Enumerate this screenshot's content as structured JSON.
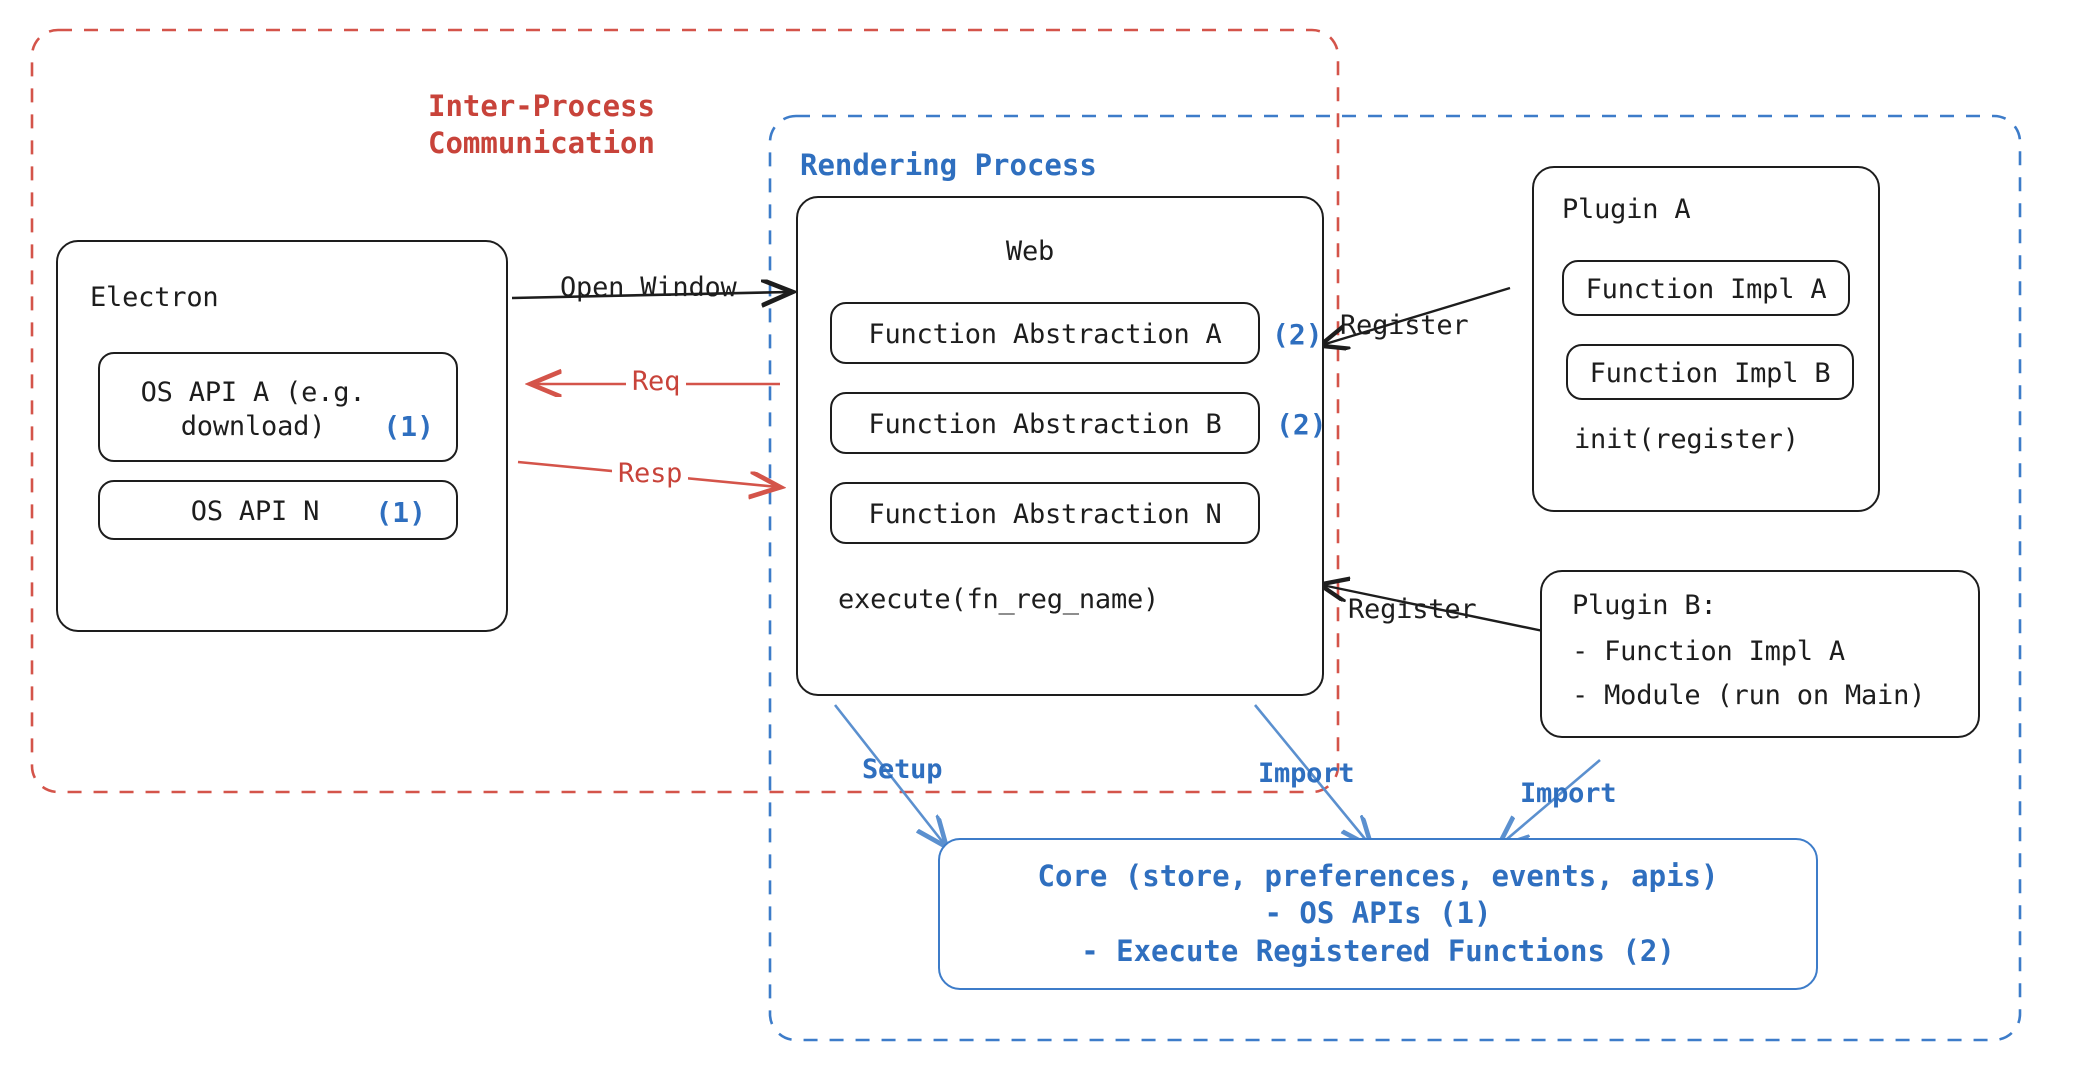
{
  "diagram": {
    "containers": {
      "ipc": {
        "label": "Inter-Process\nCommunication",
        "color": "#c8433a",
        "style": "dashed"
      },
      "rendering": {
        "label": "Rendering Process",
        "color": "#3d7cc9",
        "style": "dashed"
      }
    },
    "electron": {
      "title": "Electron",
      "items": [
        {
          "label": "OS API A (e.g.\ndownload)",
          "badge": "(1)"
        },
        {
          "label": "OS API N",
          "badge": "(1)"
        }
      ]
    },
    "web": {
      "title": "Web",
      "items": [
        {
          "label": "Function Abstraction A",
          "badge": "(2)"
        },
        {
          "label": "Function Abstraction B",
          "badge": "(2)"
        },
        {
          "label": "Function Abstraction N",
          "badge": ""
        }
      ],
      "footer": "execute(fn_reg_name)"
    },
    "plugin_a": {
      "title": "Plugin A",
      "items": [
        {
          "label": "Function Impl A"
        },
        {
          "label": "Function Impl B"
        }
      ],
      "footer": "init(register)"
    },
    "plugin_b": {
      "title": "Plugin B:",
      "lines": [
        "- Function Impl A",
        "- Module (run on Main)"
      ]
    },
    "core": {
      "lines": [
        "Core (store, preferences, events, apis)",
        "- OS APIs (1)",
        "- Execute Registered Functions (2)"
      ]
    },
    "edges": [
      {
        "label": "Open Window",
        "color": "#1d1d1d"
      },
      {
        "label": "Req",
        "color": "#c8433a"
      },
      {
        "label": "Resp",
        "color": "#c8433a"
      },
      {
        "label": "Register",
        "color": "#1d1d1d"
      },
      {
        "label": "Register",
        "color": "#1d1d1d"
      },
      {
        "label": "Setup",
        "color": "#3d7cc9"
      },
      {
        "label": "Import",
        "color": "#3d7cc9"
      },
      {
        "label": "Import",
        "color": "#3d7cc9"
      }
    ]
  }
}
